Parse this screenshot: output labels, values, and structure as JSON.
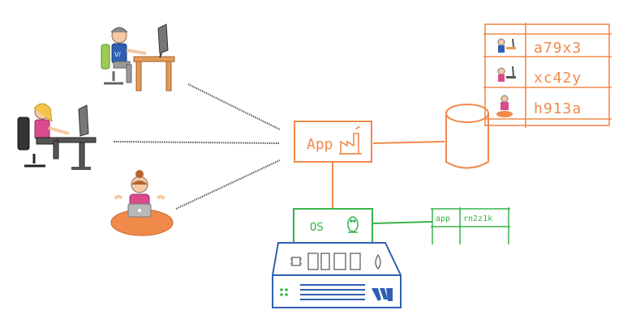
{
  "app_box": {
    "label": "App",
    "icon": "factory-icon"
  },
  "os_box": {
    "label": "OS",
    "icon": "linux-penguin-icon"
  },
  "server": {
    "icon": "server-hardware-icon",
    "brand": "logo-mark"
  },
  "database": {
    "icon": "database-cylinder-icon"
  },
  "user_table": {
    "rows": [
      {
        "avatar": "user-desk-avatar-1",
        "value": "a79x3"
      },
      {
        "avatar": "user-desk-avatar-2",
        "value": "xc42y"
      },
      {
        "avatar": "user-laptop-avatar",
        "value": "h913a"
      }
    ]
  },
  "os_table": {
    "rows": [
      {
        "key": "app",
        "value": "rn2z1k"
      }
    ]
  },
  "users": [
    {
      "name": "developer-at-desk",
      "icon": "person-desk-icon"
    },
    {
      "name": "woman-at-desk",
      "icon": "person-desk-icon"
    },
    {
      "name": "woman-with-laptop",
      "icon": "person-laptop-icon"
    }
  ],
  "colors": {
    "orange": "#f08a4b",
    "green": "#37b34a",
    "blue": "#2f5fb3",
    "line": "#555555"
  }
}
